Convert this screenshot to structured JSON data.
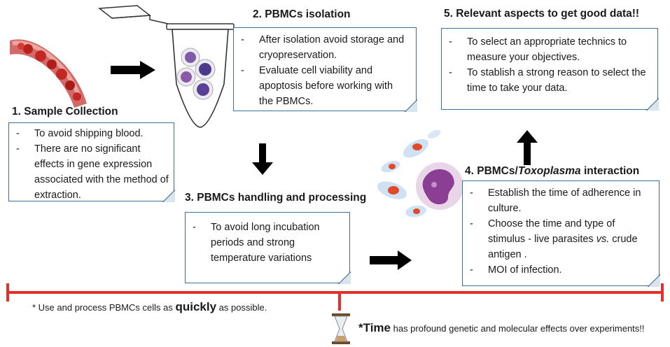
{
  "steps": {
    "s1": {
      "title": "1. Sample Collection",
      "items": [
        "To avoid shipping blood.",
        "There are no significant effects in gene expression associated with the method of extraction."
      ]
    },
    "s2": {
      "title": "2. PBMCs  isolation",
      "items": [
        "After isolation avoid storage and cryopreservation.",
        "Evaluate cell viability and apoptosis before working with the PBMCs."
      ]
    },
    "s3": {
      "title": "3. PBMCs handling and processing",
      "items": [
        "To avoid long incubation periods and strong temperature variations"
      ]
    },
    "s4": {
      "title_prefix": "4. PBMCs/",
      "title_italic": "Toxoplasma",
      "title_suffix": " interaction",
      "items": [
        "Establish the time of adherence in culture.",
        "Choose the time  and type of stimulus - live parasites vs. crude antigen .",
        "MOI of infection."
      ]
    },
    "s5": {
      "title": "5. Relevant aspects to get good data!!",
      "items": [
        "To select an appropriate technics to measure your objectives.",
        "To stablish a strong reason to select the time to take your data."
      ]
    }
  },
  "notes": {
    "quick_prefix": "* Use and process PBMCs cells as ",
    "quick_bold": "quickly",
    "quick_suffix": " as possible.",
    "time_star": "*",
    "time_bold": "Time",
    "time_rest": " has profound genetic and molecular effects over experiments!!"
  },
  "colors": {
    "box_border": "#3d6e95",
    "timeline": "#e3302b",
    "arrow": "#000000"
  },
  "icons": [
    "blood-vessel-icon",
    "test-tube-icon",
    "cells-icon",
    "parasite-icon",
    "hourglass-icon"
  ]
}
